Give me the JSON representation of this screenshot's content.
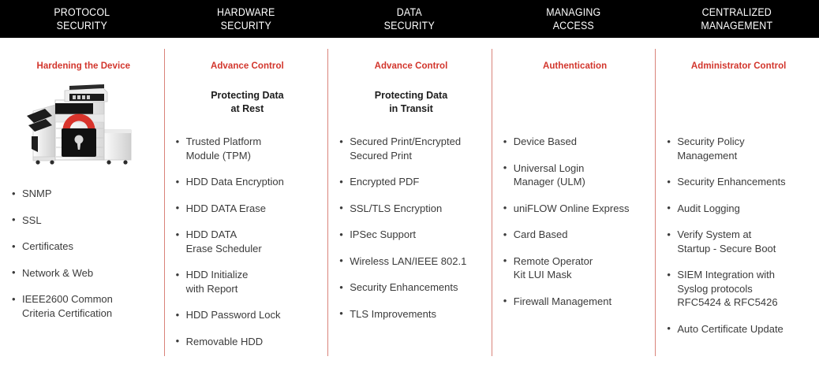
{
  "header": {
    "columns": [
      {
        "line1": "PROTOCOL",
        "line2": "SECURITY"
      },
      {
        "line1": "HARDWARE",
        "line2": "SECURITY"
      },
      {
        "line1": "DATA",
        "line2": "SECURITY"
      },
      {
        "line1": "MANAGING",
        "line2": "ACCESS"
      },
      {
        "line1": "CENTRALIZED",
        "line2": "MANAGEMENT"
      }
    ]
  },
  "colors": {
    "header_bg": "#000000",
    "header_text": "#ffffff",
    "accent_red": "#d2352c",
    "divider": "#d9837a",
    "body_text": "#3b3b3b",
    "subtitle_text": "#1c1c1c",
    "lock_shackle": "#d8342c",
    "lock_body": "#111111"
  },
  "columns": [
    {
      "title": "Hardening the Device",
      "subtitle": null,
      "image": {
        "name": "multifunction-printer-with-open-padlock",
        "alt": "Multifunction printer with finisher and red open padlock"
      },
      "bullets": [
        [
          "SNMP"
        ],
        [
          "SSL"
        ],
        [
          "Certificates"
        ],
        [
          "Network & Web"
        ],
        [
          "IEEE2600 Common",
          "Criteria Certification"
        ]
      ]
    },
    {
      "title": "Advance Control",
      "subtitle": [
        "Protecting Data",
        "at Rest"
      ],
      "image": null,
      "bullets": [
        [
          "Trusted Platform",
          "Module (TPM)"
        ],
        [
          "HDD Data Encryption"
        ],
        [
          "HDD DATA Erase"
        ],
        [
          "HDD DATA",
          "Erase Scheduler"
        ],
        [
          "HDD Initialize",
          "with Report"
        ],
        [
          "HDD Password Lock"
        ],
        [
          "Removable HDD"
        ]
      ]
    },
    {
      "title": "Advance Control",
      "subtitle": [
        "Protecting Data",
        "in Transit"
      ],
      "image": null,
      "bullets": [
        [
          "Secured Print/Encrypted",
          "Secured Print"
        ],
        [
          "Encrypted PDF"
        ],
        [
          "SSL/TLS Encryption"
        ],
        [
          "IPSec Support"
        ],
        [
          "Wireless LAN/IEEE 802.1"
        ],
        [
          "Security Enhancements"
        ],
        [
          "TLS Improvements"
        ]
      ]
    },
    {
      "title": "Authentication",
      "subtitle": null,
      "image": null,
      "bullets": [
        [
          "Device Based"
        ],
        [
          "Universal Login",
          "Manager (ULM)"
        ],
        [
          "uniFLOW Online Express"
        ],
        [
          "Card Based"
        ],
        [
          "Remote Operator",
          "Kit LUI Mask"
        ],
        [
          "Firewall Management"
        ]
      ]
    },
    {
      "title": "Administrator Control",
      "subtitle": null,
      "image": null,
      "bullets": [
        [
          "Security Policy",
          "Management"
        ],
        [
          "Security Enhancements"
        ],
        [
          "Audit Logging"
        ],
        [
          "Verify System at",
          "Startup - Secure Boot"
        ],
        [
          "SIEM Integration with",
          "Syslog protocols",
          "RFC5424 & RFC5426"
        ],
        [
          "Auto Certificate Update"
        ]
      ]
    }
  ]
}
